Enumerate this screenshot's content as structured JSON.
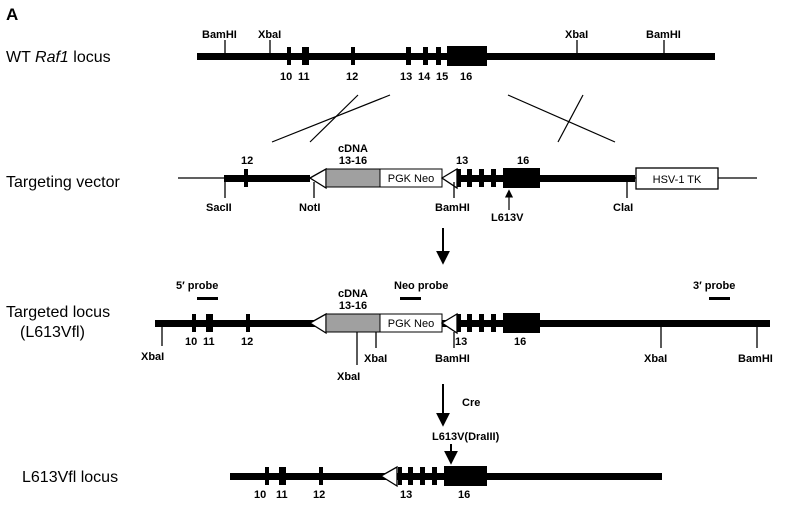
{
  "panel_label": "A",
  "rows": {
    "wt": {
      "label_pre": "WT ",
      "label_italic": "Raf1",
      "label_post": " locus",
      "sites": [
        "BamHI",
        "XbaI",
        "XbaI",
        "BamHI"
      ],
      "exons": [
        "10",
        "11",
        "12",
        "13",
        "14",
        "15",
        "16"
      ]
    },
    "vector": {
      "label": "Targeting vector",
      "exon_12": "12",
      "cdna_line1": "cDNA",
      "cdna_line2": "13-16",
      "neo": "PGK Neo",
      "exon_13": "13",
      "exon_16": "16",
      "tk": "HSV-1 TK",
      "sites": [
        "SacII",
        "NotI",
        "BamHI",
        "ClaI"
      ],
      "mutation": "L613V"
    },
    "targeted": {
      "label_line1": "Targeted locus",
      "label_line2": "(L613Vfl)",
      "probes": [
        "5′ probe",
        "Neo probe",
        "3′ probe"
      ],
      "cdna_line1": "cDNA",
      "cdna_line2": "13-16",
      "neo": "PGK Neo",
      "exons": [
        "10",
        "11",
        "12",
        "13",
        "16"
      ],
      "sites": [
        "XbaI",
        "XbaI",
        "XbaI",
        "BamHI",
        "XbaI",
        "BamHI"
      ]
    },
    "final": {
      "label": "L613Vfl locus",
      "mutation": "L613V(DraIII)",
      "exons": [
        "10",
        "11",
        "12",
        "13",
        "16"
      ]
    }
  },
  "cre_label": "Cre"
}
